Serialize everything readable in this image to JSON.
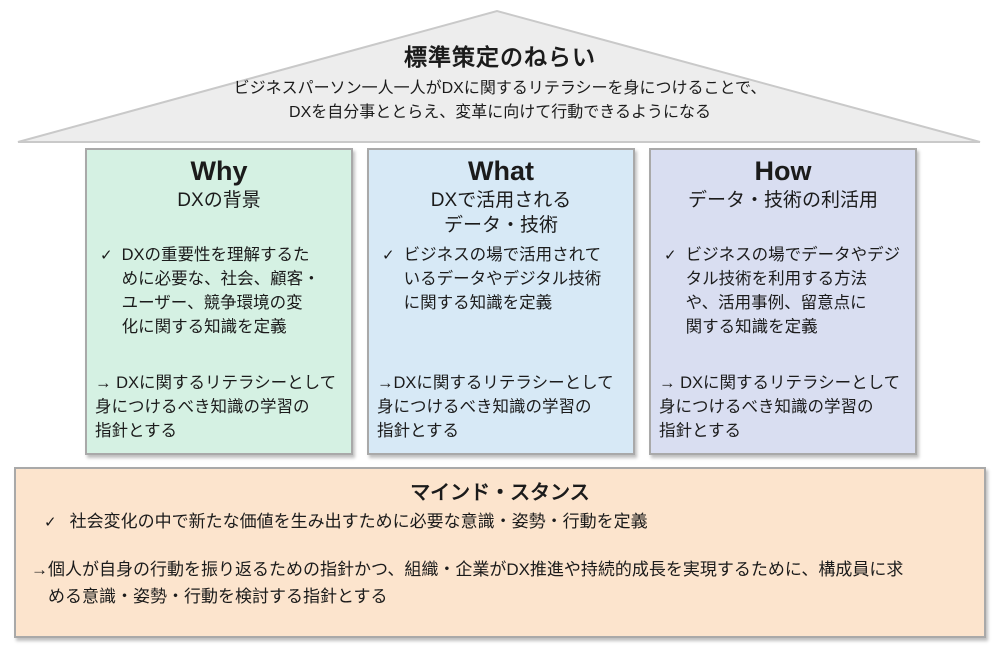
{
  "icons": {
    "check": "✓"
  },
  "colors": {
    "roof_bg": "#ededed",
    "roof_border": "#c9c9c9",
    "why_bg": "#d5f1e3",
    "what_bg": "#d7e9f6",
    "how_bg": "#d9def1",
    "foundation_bg": "#fce4cd",
    "box_border": "#a9a9a9",
    "text": "#1b1b1b"
  },
  "roof": {
    "title": "標準策定のねらい",
    "subtitle": "ビジネスパーソン一人一人がDXに関するリテラシーを身につけることで、\nDXを自分事ととらえ、変革に向けて行動できるようになる"
  },
  "pillars": [
    {
      "title": "Why",
      "subtitle": "DXの背景",
      "bullet": "DXの重要性を理解するた\nめに必要な、社会、顧客・\nユーザー、競争環境の変\n化に関する知識を定義",
      "arrow_note": "→ DXに関するリテラシーとして\n身につけるべき知識の学習の\n指針とする"
    },
    {
      "title": "What",
      "subtitle": "DXで活用される\nデータ・技術",
      "bullet": "ビジネスの場で活用されて\nいるデータやデジタル技術\nに関する知識を定義",
      "arrow_note": "→DXに関するリテラシーとして\n身につけるべき知識の学習の\n指針とする"
    },
    {
      "title": "How",
      "subtitle": "データ・技術の利活用",
      "bullet": "ビジネスの場でデータやデジ\nタル技術を利用する方法\nや、活用事例、留意点に\n関する知識を定義",
      "arrow_note": "→ DXに関するリテラシーとして\n身につけるべき知識の学習の\n指針とする"
    }
  ],
  "foundation": {
    "title": "マインド・スタンス",
    "bullet": "社会変化の中で新たな価値を生み出すために必要な意識・姿勢・行動を定義",
    "arrow_note": "→個人が自身の行動を振り返るための指針かつ、組織・企業がDX推進や持続的成長を実現するために、構成員に求\nめる意識・姿勢・行動を検討する指針とする"
  }
}
